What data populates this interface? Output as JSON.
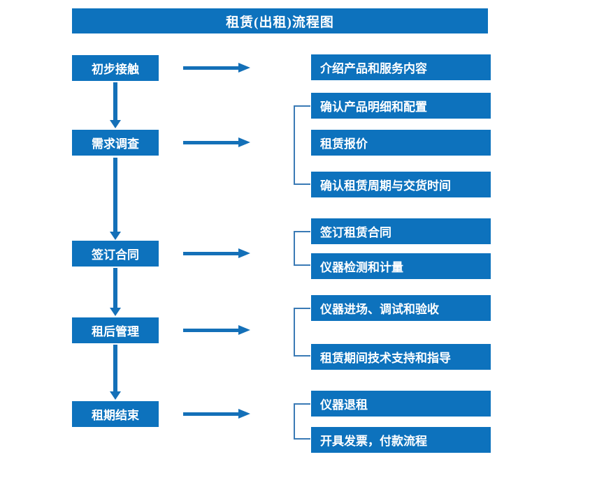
{
  "title": "租赁(出租)流程图",
  "colors": {
    "box_fill": "#0d72bd",
    "box_text": "#ffffff",
    "arrow": "#1470b8",
    "bracket": "#3a7ab5",
    "background": "#ffffff"
  },
  "stages": [
    {
      "label": "初步接触"
    },
    {
      "label": "需求调查"
    },
    {
      "label": "签订合同"
    },
    {
      "label": "租后管理"
    },
    {
      "label": "租期结束"
    }
  ],
  "details": [
    {
      "label": "介绍产品和服务内容"
    },
    {
      "label": "确认产品明细和配置"
    },
    {
      "label": "租赁报价"
    },
    {
      "label": "确认租赁周期与交货时间"
    },
    {
      "label": "签订租赁合同"
    },
    {
      "label": "仪器检测和计量"
    },
    {
      "label": "仪器进场、调试和验收"
    },
    {
      "label": "租赁期间技术支持和指导"
    },
    {
      "label": "仪器退租"
    },
    {
      "label": "开具发票，付款流程"
    }
  ]
}
